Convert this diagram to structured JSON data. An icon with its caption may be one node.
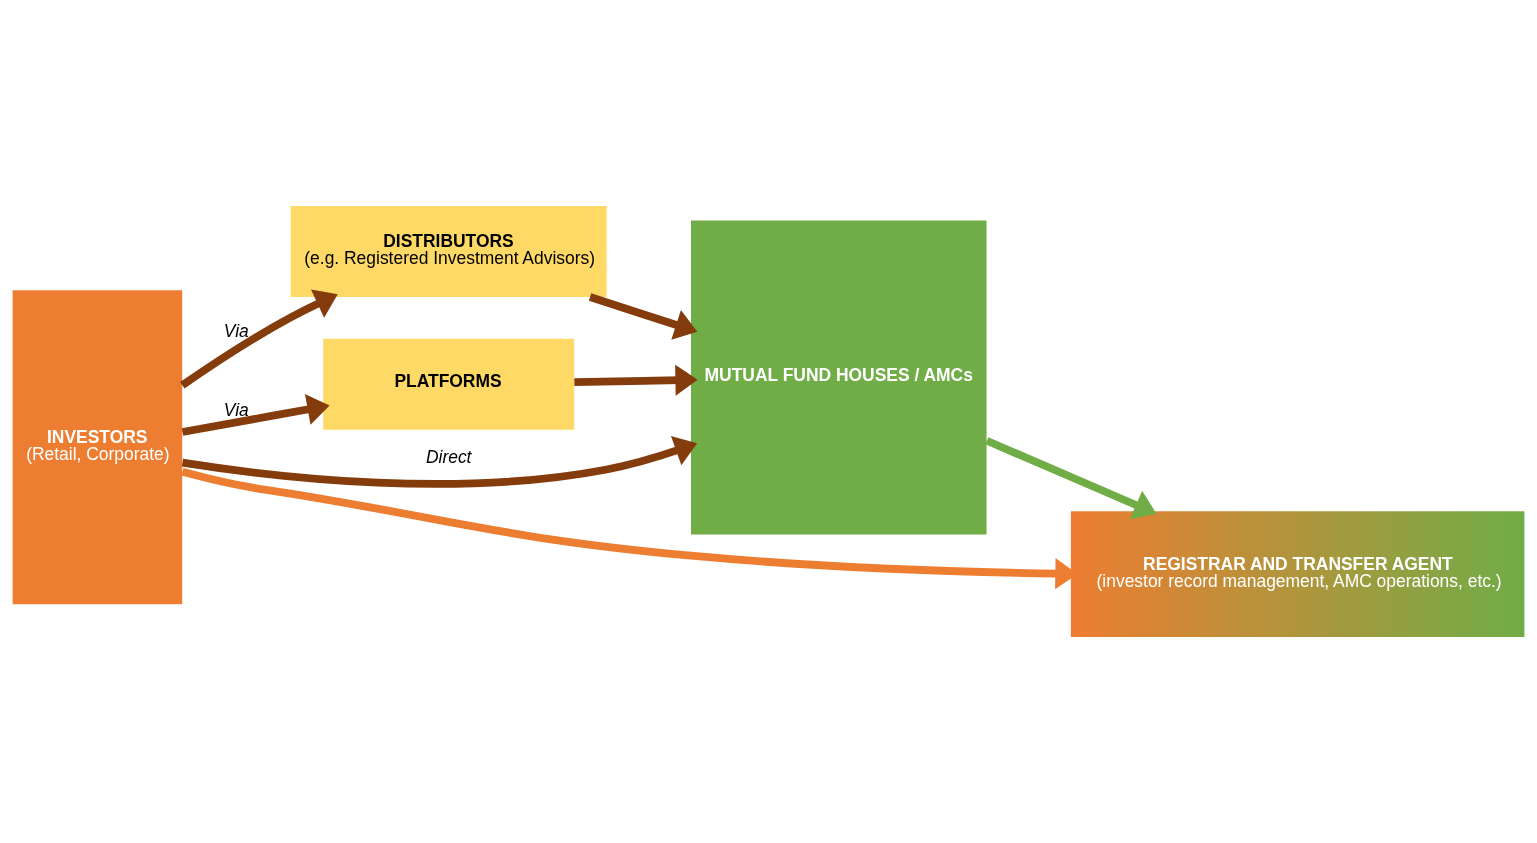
{
  "diagram": {
    "nodes": [
      {
        "text": [
          "INVESTORS",
          "(Retail, Corporate)"
        ]
      },
      {
        "text": [
          "DISTRIBUTORS",
          "(e.g. Registered Investment Advisors)"
        ]
      },
      {
        "text": [
          "PLATFORMS"
        ]
      },
      {
        "text": [
          "MUTUAL FUND HOUSES / AMCs"
        ]
      },
      {
        "text": [
          "REGISTRAR AND TRANSFER AGENT",
          "(investor record management, AMC operations, etc.)"
        ]
      }
    ],
    "edges": [
      {
        "from": 0,
        "to": 1,
        "arrow": "to",
        "label": "Via"
      },
      {
        "from": 1,
        "to": 3,
        "arrow": "to"
      },
      {
        "from": 0,
        "to": 2,
        "arrow": "to",
        "label": "Via"
      },
      {
        "from": 2,
        "to": 3,
        "arrow": "to"
      },
      {
        "from": 0,
        "to": 3,
        "arrow": "to",
        "label": "Direct"
      },
      {
        "from": 0,
        "to": 4,
        "arrow": "to",
        "color": "#ed7d31"
      },
      {
        "from": 3,
        "to": 4,
        "arrow": "to",
        "color": "#70ad47"
      }
    ]
  }
}
